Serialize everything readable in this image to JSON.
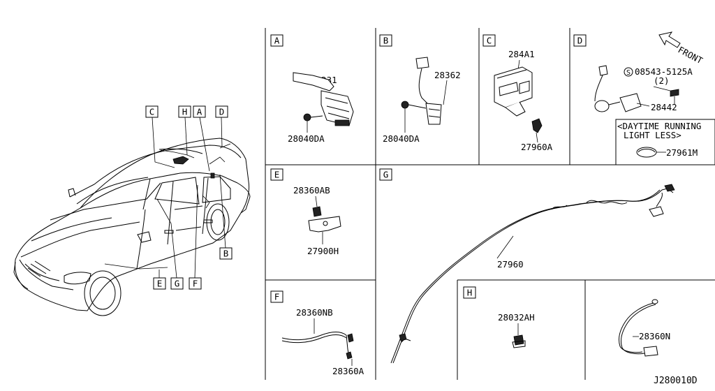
{
  "car_callouts": [
    "C",
    "H",
    "A",
    "D",
    "E",
    "G",
    "F",
    "B"
  ],
  "panels": {
    "A": {
      "letter": "A",
      "parts": [
        "28231",
        "28040DA"
      ]
    },
    "B": {
      "letter": "B",
      "parts": [
        "28362",
        "28040DA"
      ]
    },
    "C": {
      "letter": "C",
      "parts": [
        "284A1",
        "27960A"
      ]
    },
    "D": {
      "letter": "D",
      "parts": [
        "08543-5125A",
        "(2)",
        "28442",
        "27961M"
      ],
      "screw_symbol": "S",
      "front_label": "FRONT",
      "note_line1": "<DAYTIME RUNNING",
      "note_line2": "LIGHT LESS>"
    },
    "E": {
      "letter": "E",
      "parts": [
        "28360AB",
        "27900H"
      ]
    },
    "G": {
      "letter": "G",
      "parts": [
        "27960"
      ]
    },
    "F": {
      "letter": "F",
      "parts": [
        "28360NB",
        "28360A"
      ]
    },
    "H": {
      "letter": "H",
      "parts": [
        "28032AH"
      ]
    },
    "N": {
      "parts": [
        "28360N"
      ]
    }
  },
  "diagram_code": "J280010D"
}
